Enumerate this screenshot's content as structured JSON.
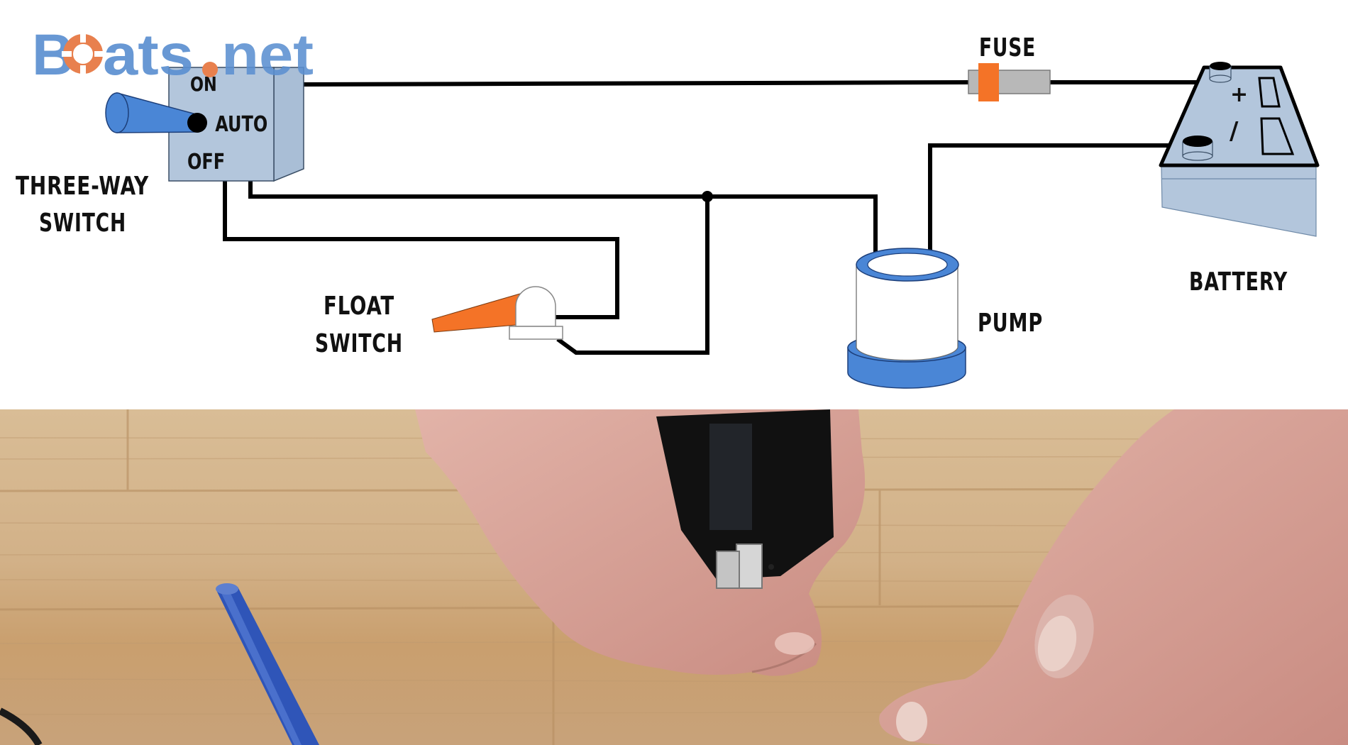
{
  "logo": {
    "text_part1": "B",
    "text_part2": "ats",
    "text_part3": "net",
    "full_text": "Boats.net",
    "blue": "#5b8fd0",
    "orange": "#e8804e"
  },
  "diagram": {
    "title": "Bilge pump wiring with three-way switch",
    "components": {
      "three_way_switch": {
        "label_line1": "THREE-WAY",
        "label_line2": "SWITCH",
        "positions": [
          "ON",
          "AUTO",
          "OFF"
        ]
      },
      "fuse": {
        "label": "FUSE"
      },
      "battery": {
        "label": "BATTERY",
        "positive_symbol": "+",
        "negative_symbol": "/"
      },
      "float_switch": {
        "label_line1": "FLOAT",
        "label_line2": "SWITCH"
      },
      "pump": {
        "label": "PUMP"
      }
    },
    "colors": {
      "wire": "#000000",
      "switch_body": "#b3c6dc",
      "toggle": "#4a86d6",
      "fuse_body": "#b8b8b8",
      "fuse_band": "#f47327",
      "battery_body": "#b3c6dc",
      "float_lever": "#f47327",
      "pump_ring": "#4a86d6"
    }
  },
  "photo": {
    "description": "Hands holding a black rocker switch above a wooden workbench with a blue pen"
  }
}
